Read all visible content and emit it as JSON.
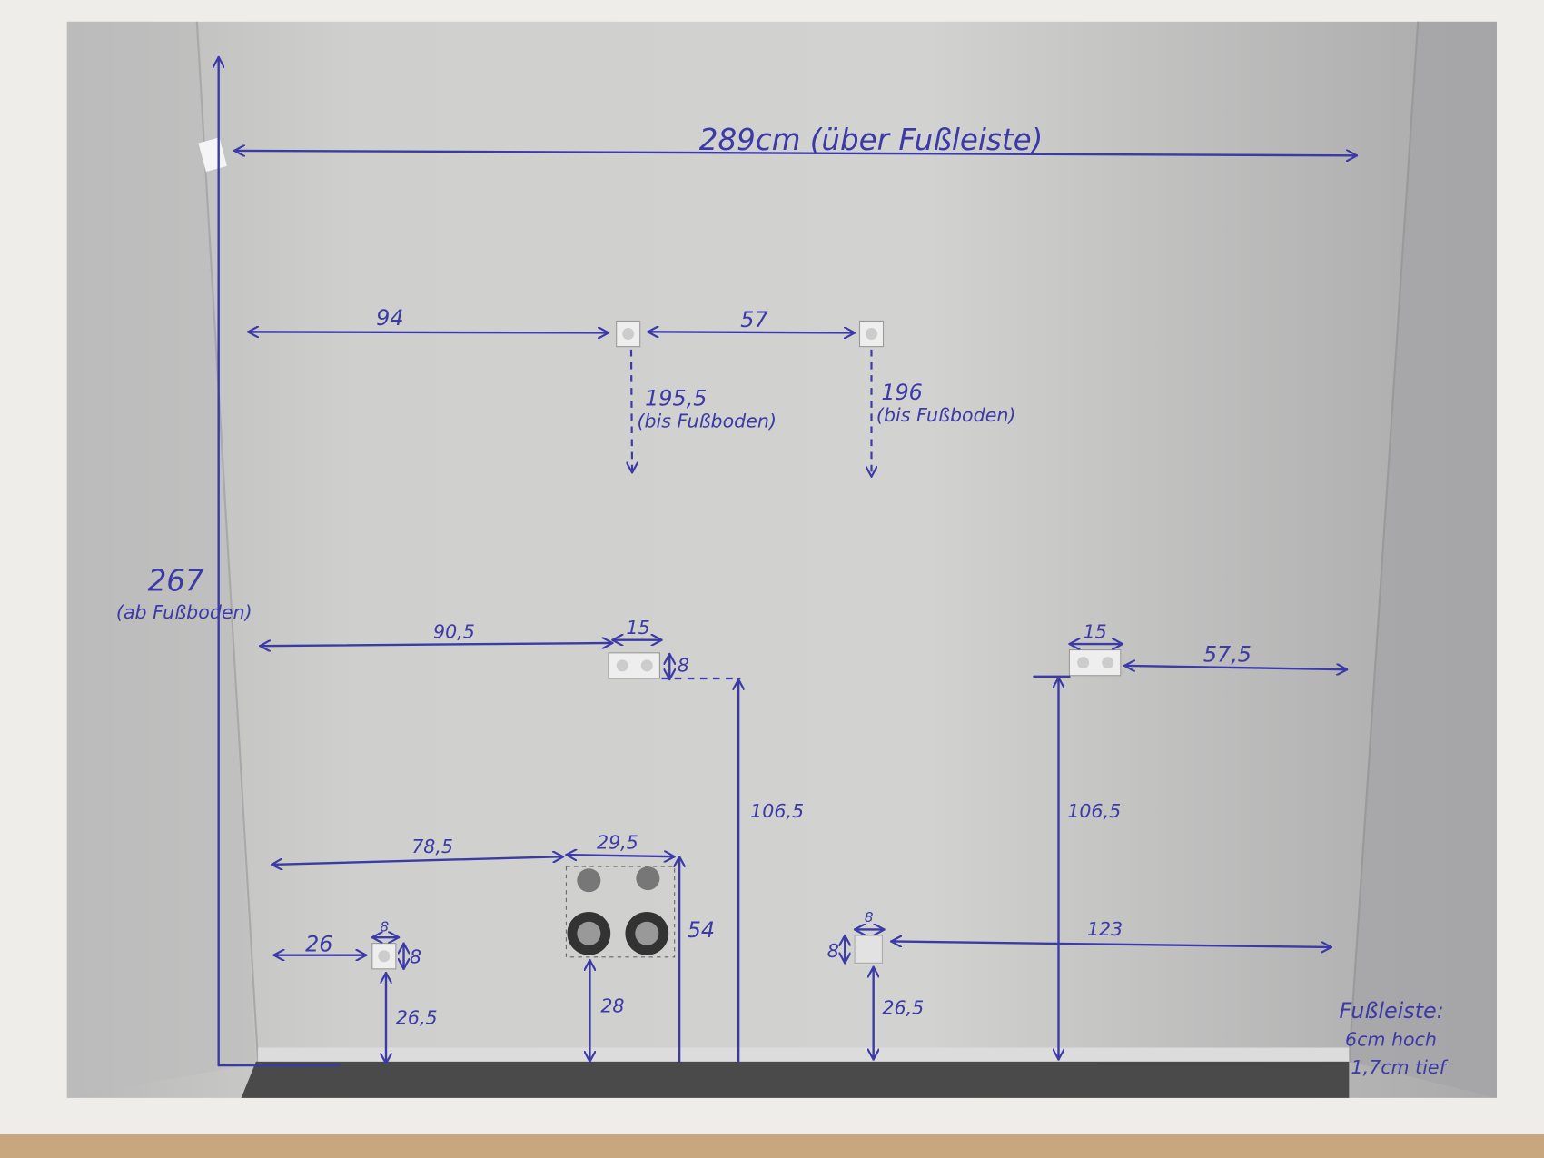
{
  "annotations": {
    "total_width": "289cm (über Fußleiste)",
    "total_height": "267",
    "total_height_note": "(ab Fußboden)",
    "top_left_offset": "94",
    "top_between": "57",
    "top_left_height": "195,5",
    "top_left_height_note": "(bis Fußboden)",
    "top_right_height": "196",
    "top_right_height_note": "(bis Fußboden)",
    "mid_left_offset": "90,5",
    "mid_left_width": "15",
    "mid_left_box_h": "8",
    "mid_left_height": "106,5",
    "mid_right_width": "15",
    "mid_right_offset": "57,5",
    "mid_right_height": "106,5",
    "low_switch_offset": "78,5",
    "low_switch_width": "29,5",
    "low_switch_height_top": "54",
    "low_switch_height_bottom": "28",
    "low_socket_offset": "26",
    "low_socket_w": "8",
    "low_socket_h": "8",
    "low_socket_height": "26,5",
    "low_box_w": "8",
    "low_box_h": "8",
    "low_box_offset": "123",
    "low_box_height": "26,5",
    "baseboard_title": "Fußleiste:",
    "baseboard_height": "6cm hoch",
    "baseboard_depth": "1,7cm tief"
  },
  "colors": {
    "ink": "#3b3aa6",
    "paper": "#efedea",
    "wall": "#c8c8c6",
    "floor": "#4a4a4a"
  }
}
